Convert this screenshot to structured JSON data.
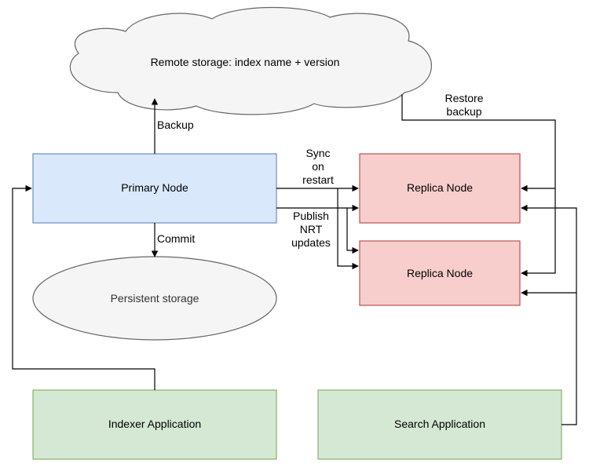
{
  "nodes": {
    "remote_storage": {
      "label": "Remote storage: index name + version",
      "fill": "#f5f5f5",
      "stroke": "#666666"
    },
    "primary": {
      "label": "Primary Node",
      "fill": "#dae8fc",
      "stroke": "#6c8ebf"
    },
    "replica_1": {
      "label": "Replica Node",
      "fill": "#f8cecc",
      "stroke": "#b85450"
    },
    "replica_2": {
      "label": "Replica Node",
      "fill": "#f8cecc",
      "stroke": "#b85450"
    },
    "persistent_storage": {
      "label": "Persistent storage",
      "fill": "#f5f5f5",
      "stroke": "#666666"
    },
    "indexer": {
      "label": "Indexer Application",
      "fill": "#d5e8d4",
      "stroke": "#82b366"
    },
    "search": {
      "label": "Search Application",
      "fill": "#d5e8d4",
      "stroke": "#82b366"
    }
  },
  "edges": {
    "backup": "Backup",
    "commit": "Commit",
    "restore_backup": [
      "Restore",
      "backup"
    ],
    "sync_on_restart": [
      "Sync",
      "on",
      "restart"
    ],
    "publish_nrt": [
      "Publish",
      "NRT",
      "updates"
    ]
  }
}
